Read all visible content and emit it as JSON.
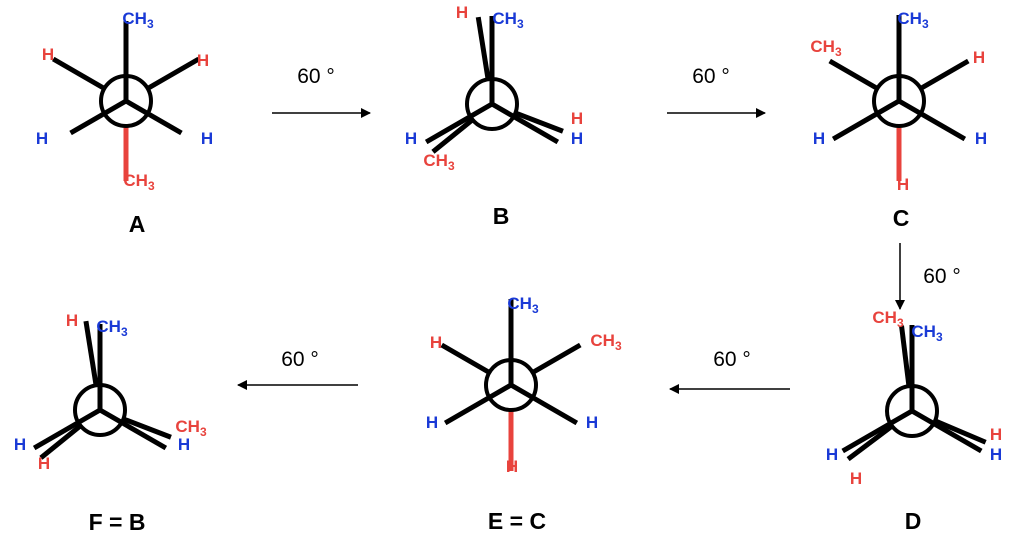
{
  "colors": {
    "blue": "#1a3ad6",
    "red": "#e8433d",
    "black": "#000000"
  },
  "arrow_label": "60 °",
  "molecules": [
    {
      "id": "A",
      "title": "A",
      "front": [
        {
          "text": "CH3",
          "color": "blue"
        },
        {
          "text": "H",
          "color": "blue"
        },
        {
          "text": "H",
          "color": "blue"
        }
      ],
      "back": [
        {
          "text": "H",
          "color": "red"
        },
        {
          "text": "H",
          "color": "red"
        },
        {
          "text": "CH3",
          "color": "red"
        }
      ]
    },
    {
      "id": "B",
      "title": "B",
      "front": [
        {
          "text": "CH3",
          "color": "blue"
        },
        {
          "text": "H",
          "color": "blue"
        },
        {
          "text": "H",
          "color": "blue"
        }
      ],
      "back": [
        {
          "text": "H",
          "color": "red"
        },
        {
          "text": "H",
          "color": "red"
        },
        {
          "text": "CH3",
          "color": "red"
        }
      ]
    },
    {
      "id": "C",
      "title": "C",
      "front": [
        {
          "text": "CH3",
          "color": "blue"
        },
        {
          "text": "H",
          "color": "blue"
        },
        {
          "text": "H",
          "color": "blue"
        }
      ],
      "back": [
        {
          "text": "CH3",
          "color": "red"
        },
        {
          "text": "H",
          "color": "red"
        },
        {
          "text": "H",
          "color": "red"
        }
      ]
    },
    {
      "id": "D",
      "title": "D",
      "front": [
        {
          "text": "CH3",
          "color": "blue"
        },
        {
          "text": "H",
          "color": "blue"
        },
        {
          "text": "H",
          "color": "blue"
        }
      ],
      "back": [
        {
          "text": "CH3",
          "color": "red"
        },
        {
          "text": "H",
          "color": "red"
        },
        {
          "text": "H",
          "color": "red"
        }
      ]
    },
    {
      "id": "E",
      "title": "E = C",
      "front": [
        {
          "text": "CH3",
          "color": "blue"
        },
        {
          "text": "H",
          "color": "blue"
        },
        {
          "text": "H",
          "color": "blue"
        }
      ],
      "back": [
        {
          "text": "CH3",
          "color": "red"
        },
        {
          "text": "H",
          "color": "red"
        },
        {
          "text": "H",
          "color": "red"
        }
      ]
    },
    {
      "id": "F",
      "title": "F = B",
      "front": [
        {
          "text": "CH3",
          "color": "blue"
        },
        {
          "text": "H",
          "color": "blue"
        },
        {
          "text": "H",
          "color": "blue"
        }
      ],
      "back": [
        {
          "text": "H",
          "color": "red"
        },
        {
          "text": "CH3",
          "color": "red"
        },
        {
          "text": "H",
          "color": "red"
        }
      ]
    }
  ]
}
